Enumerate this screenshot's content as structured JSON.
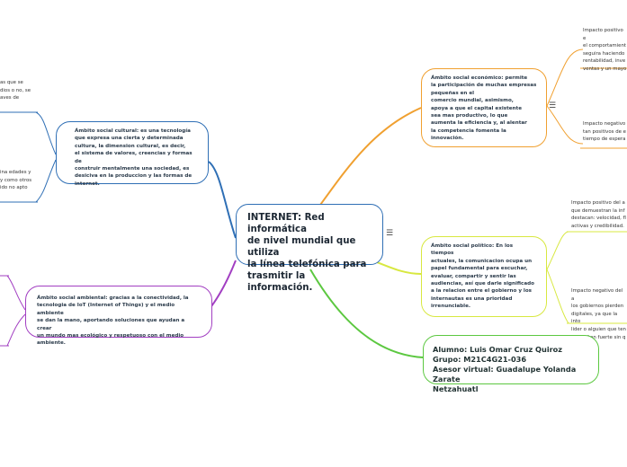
{
  "central": {
    "title": "INTERNET: Red informática\nde nivel mundial que utiliza\nla línea telefónica para\ntrasmitir la información."
  },
  "branches": {
    "economico": "Ámbito social económico: permite\nla participación de muchas empresas\npequeñas en el\ncomercio mundial, asimismo,\napoya a que el capital existente\nsea mas productivo, lo que\naumenta la eficiencia y, al alentar\nla competencia fomenta la\ninnovación.",
    "politico": "Ámbito social político: En los\ntiempos\nactuales, la comunicacion ocupa un\npapel fundamental para escuchar,\nevaluar, compartir y sentir las\naudiencias, así que darle significado\na la relacion entre el gobierno y los\ninternautas es una prioridad\nirrenunciable.",
    "cultural": "Ámbito social cultural: es una tecnología\nque expresa una cierta y determinada\ncultura, la dimension cultural, es decir,\nel sistema de valores, creencias y formas de\nconstruir mentalmente una sociedad, es\ndesiciva en la produccion y las formas de\ninternet.",
    "ambiental": "Ámbito social ambiental: gracias a la conectividad, la\ntecnologia de IoT (Internet of Things) y el medio ambiente\nse dan la mano, aportando soluciones que ayudan a crear\nun mundo mas ecológico y respetuoso con el medio\nambiente.",
    "autor": "Alumno: Luis Omar Cruz Quiroz\nGrupo: M21C4G21-036\nAsesor virtual: Guadalupe Yolanda Zarate\nNetzahuatl"
  },
  "leaves": {
    "econ_pos": "Impacto positivo e\nel comportamient\nseguira haciendo\nrentabilidad, inve\nventas y un mayo",
    "econ_neg": "Impacto negativo\ntan positivos de e\ntiempo de espera",
    "pol_pos": "Impacto positivo del a\nque demuestran la inf\ndestacan: velocidad, fl\nactivas y credibilidad.",
    "pol_neg": "Impacto negativo del a\nlos gobiernos pierden\ndigitales, ya que la into\nlider o alguien que ten\nque gritan fuerte sin q",
    "cult_top": "as que se\ndios o no, se\naves de",
    "cult_bottom": "ina edades y\ny como otros\nido no apto"
  },
  "icons": {
    "menu": "☰"
  },
  "colors": {
    "economico": "#f0a030",
    "politico": "#d8e840",
    "cultural": "#2f6fb5",
    "ambiental": "#a23fc2",
    "autor": "#5cc840",
    "central": "#2f6fb5"
  }
}
